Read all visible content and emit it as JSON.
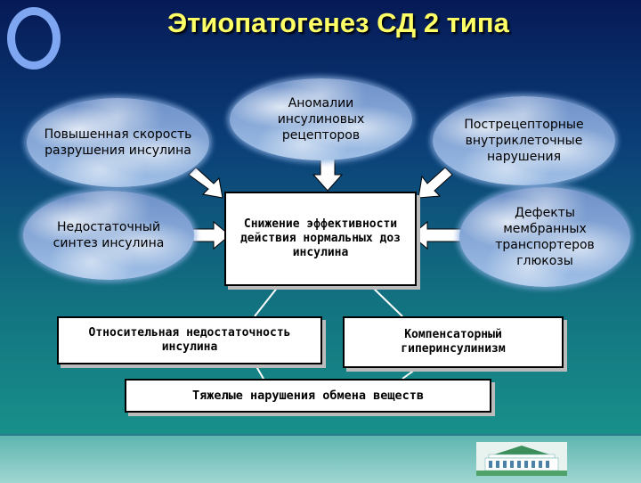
{
  "title": "Этиопатогенез СД 2 типа",
  "nodes": {
    "increased_destruction": "Повышенная скорость разрушения инсулина",
    "receptor_anomalies": "Аномалии инсулиновых рецепторов",
    "postreceptor": "Пострецепторные внутриклеточные нарушения",
    "insufficient_synthesis": "Недостаточный синтез инсулина",
    "reduced_efficiency": "Снижение эффективности действия нормальных доз инсулина",
    "transporter_defects": "Дефекты мембранных транспортеров глюкозы",
    "relative_insufficiency": "Относительная недостаточность инсулина",
    "hyperinsulinism": "Компенсаторный гиперинсулинизм",
    "metabolic_disorders": "Тяжелые нарушения обмена веществ"
  },
  "colors": {
    "title": "#ffff66",
    "ring": "#7fa6f0",
    "arrow_fill": "#ffffff"
  }
}
